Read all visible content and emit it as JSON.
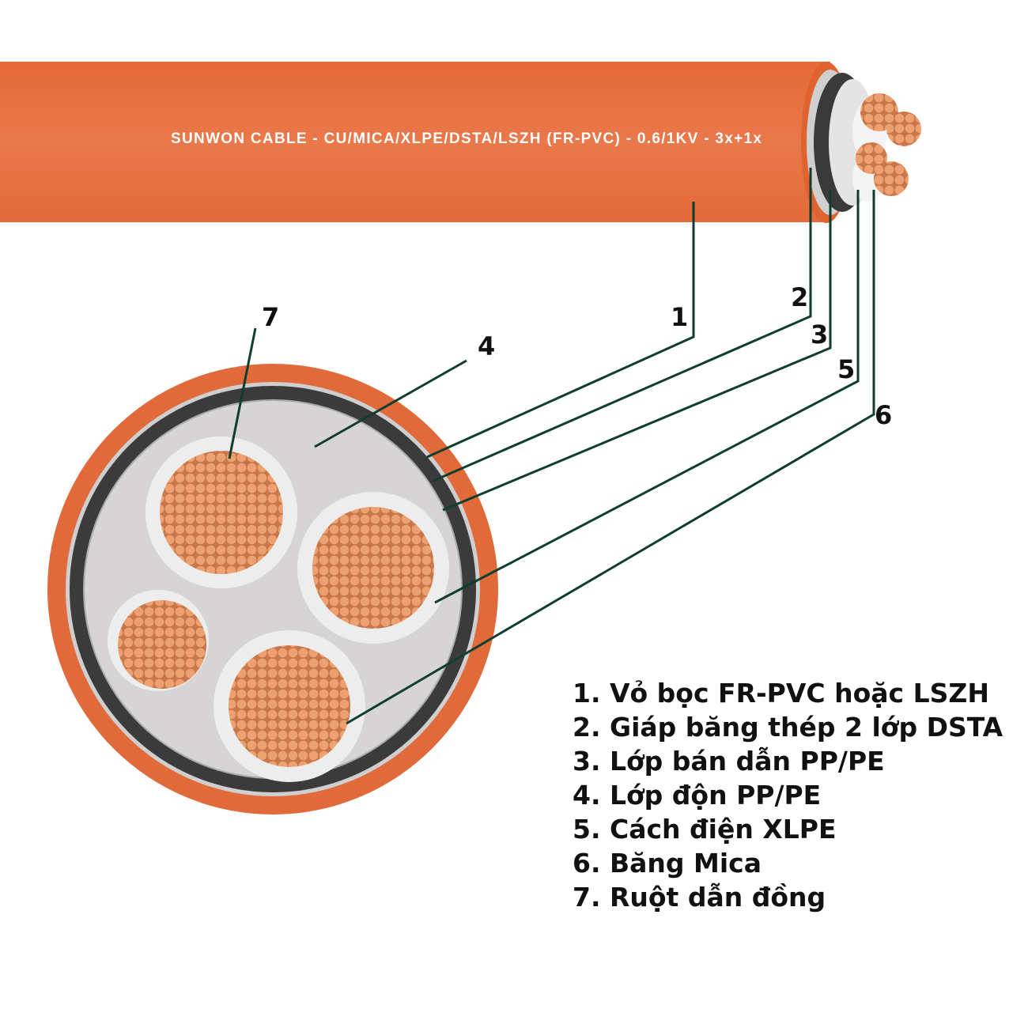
{
  "cable_marking": "SUNWON CABLE - CU/MICA/XLPE/DSTA/LSZH (FR-PVC) - 0.6/1KV - 3x+1x",
  "callouts": [
    "1",
    "2",
    "3",
    "4",
    "5",
    "6",
    "7"
  ],
  "legend": [
    "1. Vỏ bọc FR-PVC hoặc LSZH",
    "2. Giáp băng thép 2 lớp DSTA",
    "3. Lớp bán dẫn PP/PE",
    "4. Lớp độn PP/PE",
    "5. Cách điện XLPE",
    "6. Băng Mica",
    "7. Ruột dẫn đồng"
  ],
  "colors": {
    "sheath": "#e36b3c",
    "armor": "#3c3c3c",
    "filler": "#d4d2d2",
    "insulation": "#ecebeb",
    "copper": "#e6935f",
    "leader": "#0f3d30"
  }
}
